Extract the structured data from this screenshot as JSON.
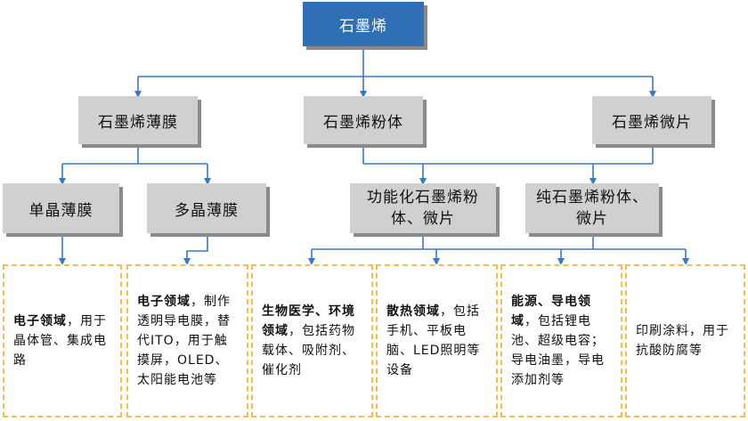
{
  "root": "石墨烯",
  "level1": [
    "石墨烯薄膜",
    "石墨烯粉体",
    "石墨烯微片"
  ],
  "level2": [
    "单晶薄膜",
    "多晶薄膜",
    "功能化石墨烯粉体、微片",
    "纯石墨烯粉体、微片"
  ],
  "applications": [
    {
      "label": "电子领域",
      "text": "，用于晶体管、集成电路"
    },
    {
      "label": "电子领域",
      "text": "，制作透明导电膜，替代ITO，用于触摸屏，OLED、太阳能电池等"
    },
    {
      "label": "生物医学、环境领域",
      "text": "，包括药物载体、吸附剂、催化剂"
    },
    {
      "label": "散热领域",
      "text": "，包括手机、平板电脑、LED照明等设备"
    },
    {
      "label": "能源、导电领域",
      "text": "，包括锂电池、超级电容；导电油墨，导电添加剂等"
    },
    {
      "label": "",
      "text": "印刷涂料，用于抗酸防腐等"
    }
  ],
  "colors": {
    "root": "#2f6fb5",
    "node": "#d0d0d0",
    "shadow": "#8a8a8a",
    "line": "#3a78c2",
    "leaf_border": "#f0c04a"
  }
}
